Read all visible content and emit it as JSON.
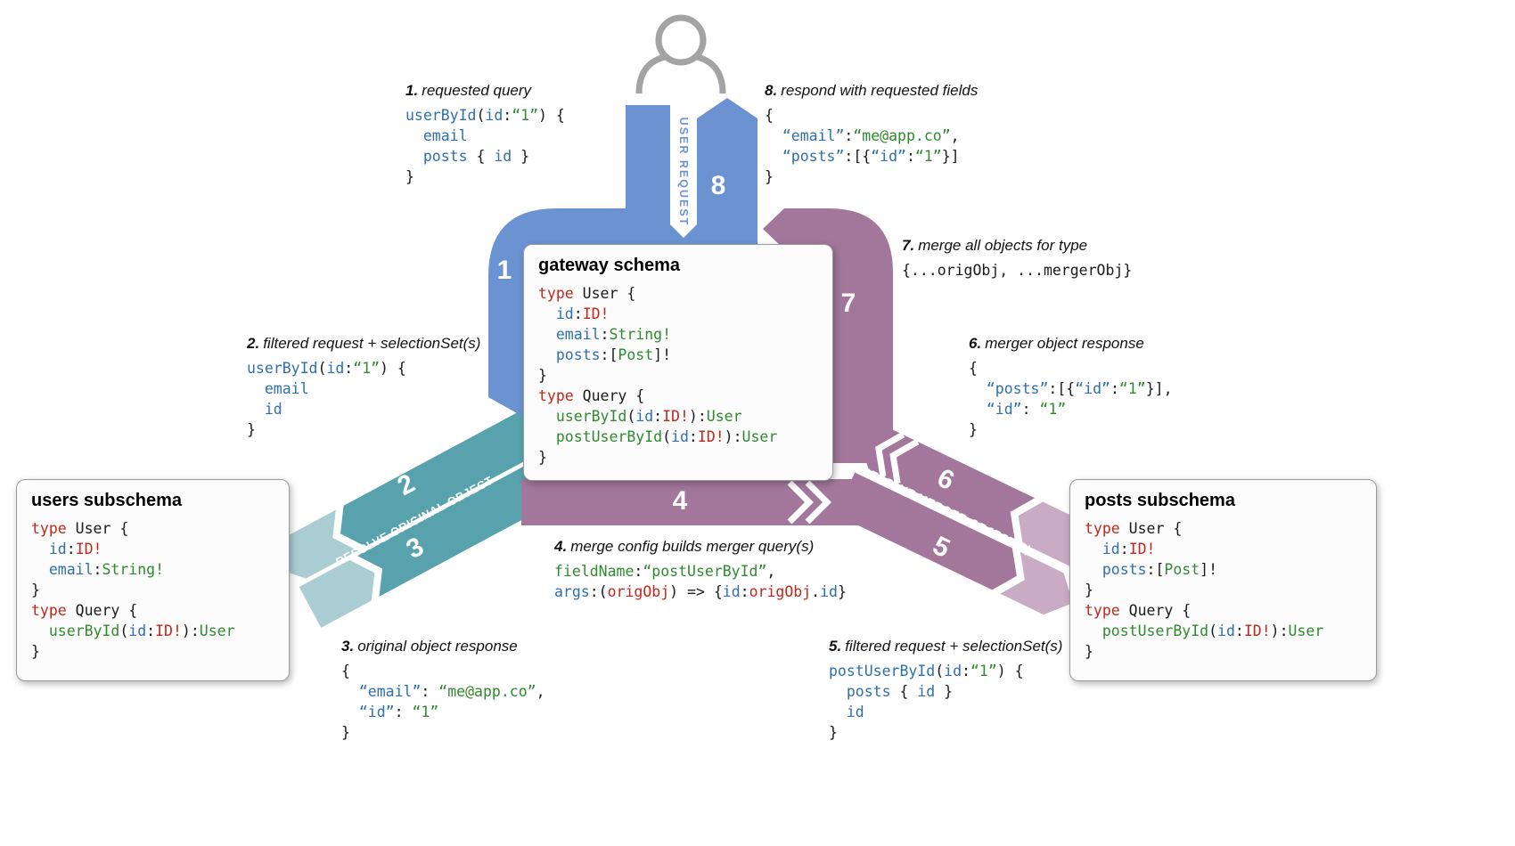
{
  "palette": {
    "blue": "#6b93d1",
    "teal": "#57a2ad",
    "teal_light": "#a9cdd3",
    "purple": "#a3779b",
    "purple_light": "#c9abc3",
    "icon_gray": "#a3a3a3",
    "code_red": "#c0271c",
    "code_blue": "#2e6fae",
    "code_green": "#2f8a2f",
    "ink": "#1a1a1a"
  },
  "labels": {
    "user_request": "USER REQUEST",
    "resolve_original": "RESOLVE ORIGINAL OBJECT",
    "resolve_merger": "RESOLVE MERGER OBJECT(S)"
  },
  "steps": {
    "s1": "1",
    "s2": "2",
    "s3": "3",
    "s4": "4",
    "s5": "5",
    "s6": "6",
    "s7": "7",
    "s8": "8"
  },
  "boxes": {
    "gateway": {
      "title": "gateway schema",
      "code": [
        [
          [
            "red",
            "type"
          ],
          [
            "plain",
            " User {"
          ]
        ],
        [
          [
            "plain",
            "  "
          ],
          [
            "blue",
            "id"
          ],
          [
            "plain",
            ":"
          ],
          [
            "red",
            "ID!"
          ]
        ],
        [
          [
            "plain",
            "  "
          ],
          [
            "blue",
            "email"
          ],
          [
            "plain",
            ":"
          ],
          [
            "green",
            "String!"
          ]
        ],
        [
          [
            "plain",
            "  "
          ],
          [
            "blue",
            "posts"
          ],
          [
            "plain",
            ":["
          ],
          [
            "green",
            "Post"
          ],
          [
            "plain",
            "]!"
          ]
        ],
        [
          [
            "plain",
            "}"
          ]
        ],
        [
          [
            "red",
            "type"
          ],
          [
            "plain",
            " Query {"
          ]
        ],
        [
          [
            "plain",
            "  "
          ],
          [
            "green",
            "userById"
          ],
          [
            "plain",
            "("
          ],
          [
            "blue",
            "id"
          ],
          [
            "plain",
            ":"
          ],
          [
            "red",
            "ID!"
          ],
          [
            "plain",
            "):"
          ],
          [
            "green",
            "User"
          ]
        ],
        [
          [
            "plain",
            "  "
          ],
          [
            "green",
            "postUserById"
          ],
          [
            "plain",
            "("
          ],
          [
            "blue",
            "id"
          ],
          [
            "plain",
            ":"
          ],
          [
            "red",
            "ID!"
          ],
          [
            "plain",
            "):"
          ],
          [
            "green",
            "User"
          ]
        ],
        [
          [
            "plain",
            "}"
          ]
        ]
      ]
    },
    "users": {
      "title": "users subschema",
      "code": [
        [
          [
            "red",
            "type"
          ],
          [
            "plain",
            " User {"
          ]
        ],
        [
          [
            "plain",
            "  "
          ],
          [
            "blue",
            "id"
          ],
          [
            "plain",
            ":"
          ],
          [
            "red",
            "ID!"
          ]
        ],
        [
          [
            "plain",
            "  "
          ],
          [
            "blue",
            "email"
          ],
          [
            "plain",
            ":"
          ],
          [
            "green",
            "String!"
          ]
        ],
        [
          [
            "plain",
            "}"
          ]
        ],
        [
          [
            "red",
            "type"
          ],
          [
            "plain",
            " Query {"
          ]
        ],
        [
          [
            "plain",
            "  "
          ],
          [
            "green",
            "userById"
          ],
          [
            "plain",
            "("
          ],
          [
            "blue",
            "id"
          ],
          [
            "plain",
            ":"
          ],
          [
            "red",
            "ID!"
          ],
          [
            "plain",
            "):"
          ],
          [
            "green",
            "User"
          ]
        ],
        [
          [
            "plain",
            "}"
          ]
        ]
      ]
    },
    "posts": {
      "title": "posts subschema",
      "code": [
        [
          [
            "red",
            "type"
          ],
          [
            "plain",
            " User {"
          ]
        ],
        [
          [
            "plain",
            "  "
          ],
          [
            "blue",
            "id"
          ],
          [
            "plain",
            ":"
          ],
          [
            "red",
            "ID!"
          ]
        ],
        [
          [
            "plain",
            "  "
          ],
          [
            "blue",
            "posts"
          ],
          [
            "plain",
            ":["
          ],
          [
            "green",
            "Post"
          ],
          [
            "plain",
            "]!"
          ]
        ],
        [
          [
            "plain",
            "}"
          ]
        ],
        [
          [
            "red",
            "type"
          ],
          [
            "plain",
            " Query {"
          ]
        ],
        [
          [
            "plain",
            "  "
          ],
          [
            "green",
            "postUserById"
          ],
          [
            "plain",
            "("
          ],
          [
            "blue",
            "id"
          ],
          [
            "plain",
            ":"
          ],
          [
            "red",
            "ID!"
          ],
          [
            "plain",
            "):"
          ],
          [
            "green",
            "User"
          ]
        ],
        [
          [
            "plain",
            "}"
          ]
        ]
      ]
    }
  },
  "annotations": {
    "a1": {
      "num": "1.",
      "label": "requested query",
      "code": [
        [
          [
            "blue",
            "userById"
          ],
          [
            "plain",
            "("
          ],
          [
            "blue",
            "id"
          ],
          [
            "plain",
            ":"
          ],
          [
            "green",
            "“1”"
          ],
          [
            "plain",
            ") {"
          ]
        ],
        [
          [
            "plain",
            "  "
          ],
          [
            "blue",
            "email"
          ]
        ],
        [
          [
            "plain",
            "  "
          ],
          [
            "blue",
            "posts"
          ],
          [
            "plain",
            " { "
          ],
          [
            "blue",
            "id"
          ],
          [
            "plain",
            " }"
          ]
        ],
        [
          [
            "plain",
            "}"
          ]
        ]
      ]
    },
    "a2": {
      "num": "2.",
      "label": "filtered request + selectionSet(s)",
      "code": [
        [
          [
            "blue",
            "userById"
          ],
          [
            "plain",
            "("
          ],
          [
            "blue",
            "id"
          ],
          [
            "plain",
            ":"
          ],
          [
            "green",
            "“1”"
          ],
          [
            "plain",
            ") {"
          ]
        ],
        [
          [
            "plain",
            "  "
          ],
          [
            "blue",
            "email"
          ]
        ],
        [
          [
            "plain",
            "  "
          ],
          [
            "blue",
            "id"
          ]
        ],
        [
          [
            "plain",
            "}"
          ]
        ]
      ]
    },
    "a3": {
      "num": "3.",
      "label": "original object response",
      "code": [
        [
          [
            "plain",
            "{"
          ]
        ],
        [
          [
            "plain",
            "  "
          ],
          [
            "blue",
            "“email”"
          ],
          [
            "plain",
            ": "
          ],
          [
            "green",
            "“me@app.co”"
          ],
          [
            "plain",
            ","
          ]
        ],
        [
          [
            "plain",
            "  "
          ],
          [
            "blue",
            "“id”"
          ],
          [
            "plain",
            ": "
          ],
          [
            "green",
            "“1”"
          ]
        ],
        [
          [
            "plain",
            "}"
          ]
        ]
      ]
    },
    "a4": {
      "num": "4.",
      "label": "merge config builds merger query(s)",
      "code": [
        [
          [
            "green",
            "fieldName"
          ],
          [
            "plain",
            ":"
          ],
          [
            "green",
            "“postUserById”"
          ],
          [
            "plain",
            ","
          ]
        ],
        [
          [
            "blue",
            "args"
          ],
          [
            "plain",
            ":("
          ],
          [
            "red",
            "origObj"
          ],
          [
            "plain",
            ") => {"
          ],
          [
            "blue",
            "id"
          ],
          [
            "plain",
            ":"
          ],
          [
            "red",
            "origObj"
          ],
          [
            "plain",
            "."
          ],
          [
            "blue",
            "id"
          ],
          [
            "plain",
            "}"
          ]
        ]
      ]
    },
    "a5": {
      "num": "5.",
      "label": "filtered request + selectionSet(s)",
      "code": [
        [
          [
            "blue",
            "postUserById"
          ],
          [
            "plain",
            "("
          ],
          [
            "blue",
            "id"
          ],
          [
            "plain",
            ":"
          ],
          [
            "green",
            "“1”"
          ],
          [
            "plain",
            ") {"
          ]
        ],
        [
          [
            "plain",
            "  "
          ],
          [
            "blue",
            "posts"
          ],
          [
            "plain",
            " { "
          ],
          [
            "blue",
            "id"
          ],
          [
            "plain",
            " }"
          ]
        ],
        [
          [
            "plain",
            "  "
          ],
          [
            "blue",
            "id"
          ]
        ],
        [
          [
            "plain",
            "}"
          ]
        ]
      ]
    },
    "a6": {
      "num": "6.",
      "label": "merger object response",
      "code": [
        [
          [
            "plain",
            "{"
          ]
        ],
        [
          [
            "plain",
            "  "
          ],
          [
            "blue",
            "“posts”"
          ],
          [
            "plain",
            ":[{"
          ],
          [
            "blue",
            "“id”"
          ],
          [
            "plain",
            ":"
          ],
          [
            "green",
            "“1”"
          ],
          [
            "plain",
            "}],"
          ]
        ],
        [
          [
            "plain",
            "  "
          ],
          [
            "blue",
            "“id”"
          ],
          [
            "plain",
            ": "
          ],
          [
            "green",
            "“1”"
          ]
        ],
        [
          [
            "plain",
            "}"
          ]
        ]
      ]
    },
    "a7": {
      "num": "7.",
      "label": "merge all objects for type",
      "code": [
        [
          [
            "plain",
            "{...origObj, ...mergerObj}"
          ]
        ]
      ]
    },
    "a8": {
      "num": "8.",
      "label": "respond with requested fields",
      "code": [
        [
          [
            "plain",
            "{"
          ]
        ],
        [
          [
            "plain",
            "  "
          ],
          [
            "blue",
            "“email”"
          ],
          [
            "plain",
            ":"
          ],
          [
            "green",
            "“me@app.co”"
          ],
          [
            "plain",
            ","
          ]
        ],
        [
          [
            "plain",
            "  "
          ],
          [
            "blue",
            "“posts”"
          ],
          [
            "plain",
            ":[{"
          ],
          [
            "blue",
            "“id”"
          ],
          [
            "plain",
            ":"
          ],
          [
            "green",
            "“1”"
          ],
          [
            "plain",
            "}]"
          ]
        ],
        [
          [
            "plain",
            "}"
          ]
        ]
      ]
    }
  }
}
